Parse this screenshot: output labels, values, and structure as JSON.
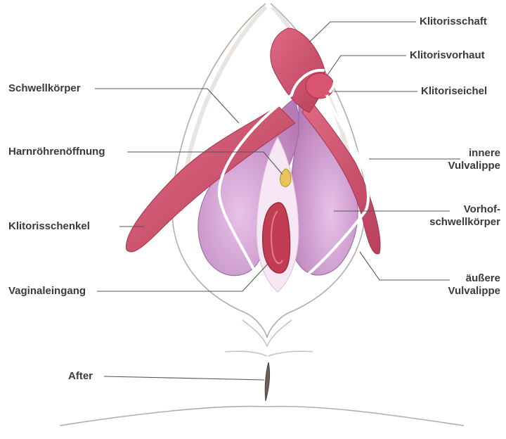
{
  "diagram": {
    "labels": {
      "klitorisschaft": "Klitorisschaft",
      "klitorisvorhaut": "Klitorisvorhaut",
      "klitoriseichel": "Klitoriseichel",
      "innere_line1": "innere",
      "innere_line2": "Vulvalippe",
      "vorhof_line1": "Vorhof-",
      "vorhof_line2": "schwellkörper",
      "aeussere_line1": "äußere",
      "aeussere_line2": "Vulvalippe",
      "schwellkoerper": "Schwellkörper",
      "harnroehrenoeffnung": "Harnröhrenöffnung",
      "klitorisschenkel": "Klitorisschenkel",
      "vaginaleingang": "Vaginaleingang",
      "after": "After"
    },
    "colors": {
      "clitoris": "#d9556f",
      "clitoris_dark": "#a8324d",
      "bulb": "#c98fc9",
      "bulb_light": "#e3b9e3",
      "vestibule": "#f4dff1",
      "vaginal_opening": "#c23c52",
      "urethra": "#e8c55a",
      "skin_outline": "#9a8f8a",
      "leader_line": "#555555"
    }
  }
}
